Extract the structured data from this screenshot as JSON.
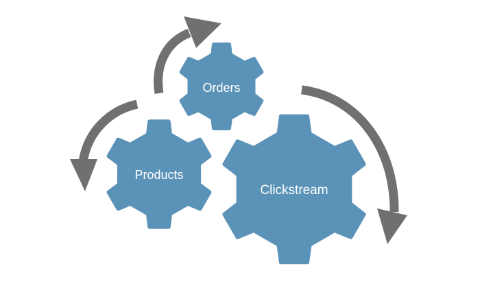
{
  "colors": {
    "gear_fill": "#5b93b8",
    "gear_label": "#ffffff",
    "arrow": "#707070",
    "background": "#ffffff"
  },
  "gears": {
    "orders": {
      "label": "Orders"
    },
    "products": {
      "label": "Products"
    },
    "clickstream": {
      "label": "Clickstream"
    }
  },
  "arrows": [
    {
      "name": "cycle-arrow-orders",
      "icon": "curved-arrow-icon"
    },
    {
      "name": "cycle-arrow-products",
      "icon": "curved-arrow-icon"
    },
    {
      "name": "cycle-arrow-clickstream",
      "icon": "curved-arrow-icon"
    }
  ]
}
